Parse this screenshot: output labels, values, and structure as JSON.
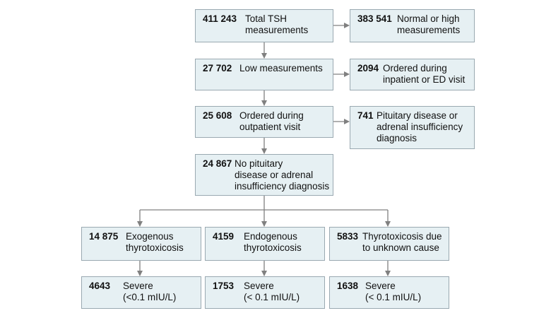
{
  "boxes": {
    "total": {
      "count": "411 243",
      "text": "Total TSH\nmeasurements"
    },
    "normal_high": {
      "count": "383 541",
      "text": "Normal or high\nmeasurements"
    },
    "low": {
      "count": "27 702",
      "text": "Low measurements"
    },
    "inpatient": {
      "count": "2094",
      "text": "Ordered during\ninpatient or ED visit"
    },
    "outpatient": {
      "count": "25 608",
      "text": "Ordered during\noutpatient visit"
    },
    "pituitary": {
      "count": "741",
      "text": "Pituitary disease or\nadrenal insufficiency\ndiagnosis"
    },
    "no_pituitary": {
      "count": "24 867",
      "text": "No pituitary\ndisease or adrenal\ninsufficiency diagnosis"
    },
    "exogenous": {
      "count": "14 875",
      "text": "Exogenous\nthyrotoxicosis"
    },
    "endogenous": {
      "count": "4159",
      "text": "Endogenous\nthyrotoxicosis"
    },
    "unknown": {
      "count": "5833",
      "text": "Thyrotoxicosis due\nto unknown cause"
    },
    "severe_exo": {
      "count": "4643",
      "text": "Severe\n(<0.1 mIU/L)"
    },
    "severe_endo": {
      "count": "1753",
      "text": "Severe\n(< 0.1 mIU/L)"
    },
    "severe_unk": {
      "count": "1638",
      "text": "Severe\n(< 0.1 mIU/L)"
    }
  },
  "colors": {
    "box_fill": "#e6f0f3",
    "box_border": "#9aa9b1",
    "arrow": "#808080"
  }
}
